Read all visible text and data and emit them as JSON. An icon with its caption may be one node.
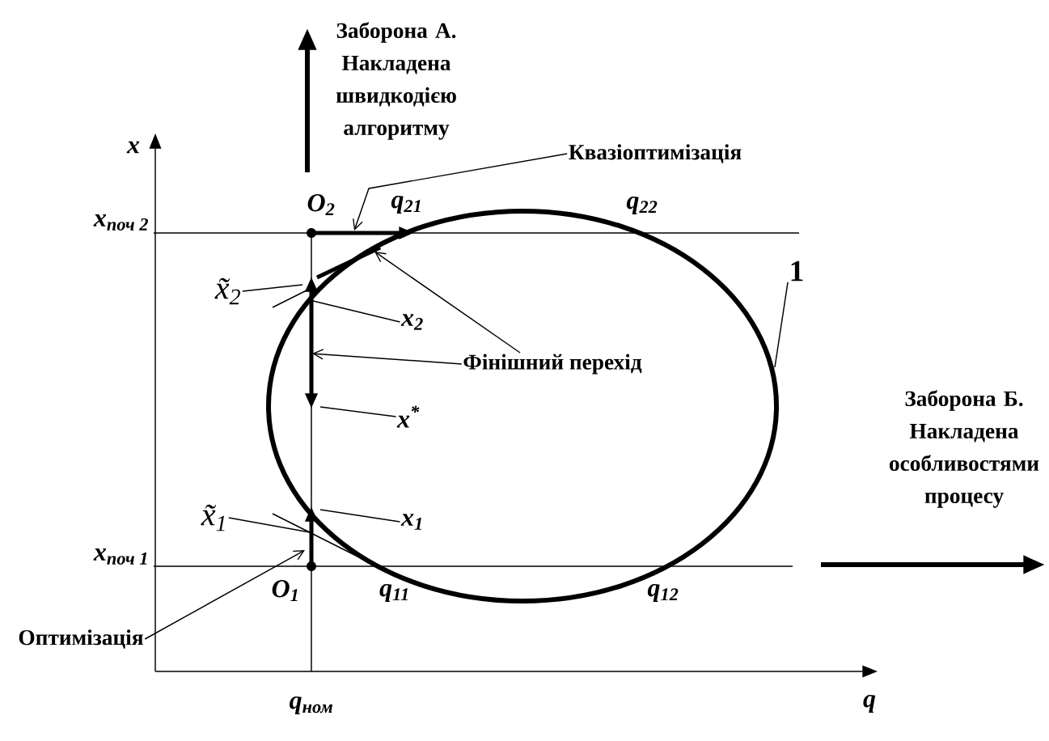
{
  "diagram": {
    "nodes": [
      {
        "text": [
          "Квазіоптимізація"
        ]
      },
      {
        "text": [
          "Фінішний перехід"
        ]
      },
      {
        "text": [
          "Оптимізація"
        ]
      },
      {
        "text": [
          "1"
        ]
      },
      {
        "text": [
          "x̃$_{2}$"
        ]
      },
      {
        "text": [
          "x$_{2}$"
        ]
      },
      {
        "text": [
          "x$^{*}$"
        ]
      },
      {
        "text": [
          "x̃$_{1}$"
        ]
      },
      {
        "text": [
          "x$_{1}$"
        ]
      }
    ],
    "edges": [
      {
        "from": 0,
        "to": null,
        "arrow": "to"
      },
      {
        "from": 1,
        "to": null,
        "arrow": "to"
      },
      {
        "from": 1,
        "to": null,
        "arrow": "to"
      },
      {
        "from": 2,
        "to": null,
        "arrow": "to"
      },
      {
        "from": 3,
        "to": null,
        "arrow": "none"
      },
      {
        "from": 4,
        "to": null,
        "arrow": "none"
      },
      {
        "from": 5,
        "to": null,
        "arrow": "none"
      },
      {
        "from": 6,
        "to": null,
        "arrow": "none"
      },
      {
        "from": 7,
        "to": null,
        "arrow": "none"
      },
      {
        "from": 8,
        "to": null,
        "arrow": "none"
      }
    ],
    "labels": [
      "Заборона А. Накладена швидкодією алгоритму",
      "x",
      "O$_{2}$",
      "q$_{21}$",
      "q$_{22}$",
      "x$_{поч 2}$",
      "Заборона Б. Накладена особливостями процесу",
      "x$_{поч 1}$",
      "O$_{1}$",
      "q$_{11}$",
      "q$_{12}$",
      "q$_{ном}$",
      "q"
    ]
  }
}
